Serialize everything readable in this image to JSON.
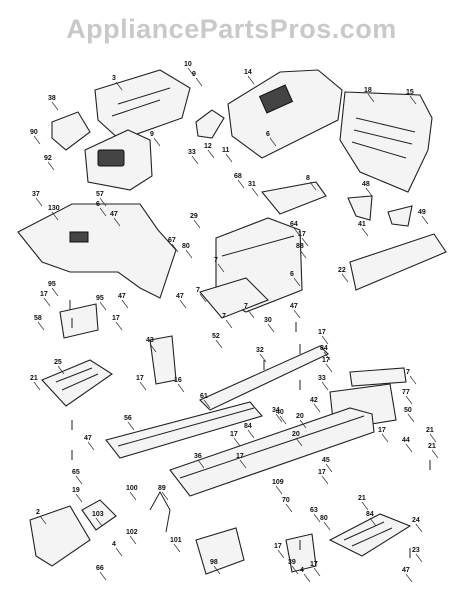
{
  "watermark": "AppliancePartsPros.com",
  "callouts": [
    "3",
    "10",
    "9",
    "14",
    "18",
    "15",
    "38",
    "90",
    "9",
    "92",
    "57",
    "6",
    "33",
    "12",
    "11",
    "6",
    "37",
    "47",
    "130",
    "47",
    "68",
    "31",
    "8",
    "48",
    "41",
    "49",
    "29",
    "67",
    "80",
    "64",
    "17",
    "88",
    "7",
    "6",
    "22",
    "7",
    "7",
    "47",
    "95",
    "17",
    "95",
    "17",
    "47",
    "58",
    "30",
    "7",
    "43",
    "52",
    "17",
    "84",
    "32",
    "17",
    "33",
    "25",
    "21",
    "17",
    "16",
    "7",
    "77",
    "50",
    "47",
    "56",
    "61",
    "84",
    "40",
    "20",
    "42",
    "34",
    "17",
    "17",
    "36",
    "17",
    "44",
    "21",
    "21",
    "20",
    "45",
    "17",
    "109",
    "70",
    "21",
    "19",
    "100",
    "89",
    "63",
    "80",
    "84",
    "24",
    "103",
    "2",
    "66",
    "4",
    "102",
    "101",
    "98",
    "39",
    "17",
    "23",
    "65",
    "17",
    "4",
    "47"
  ]
}
